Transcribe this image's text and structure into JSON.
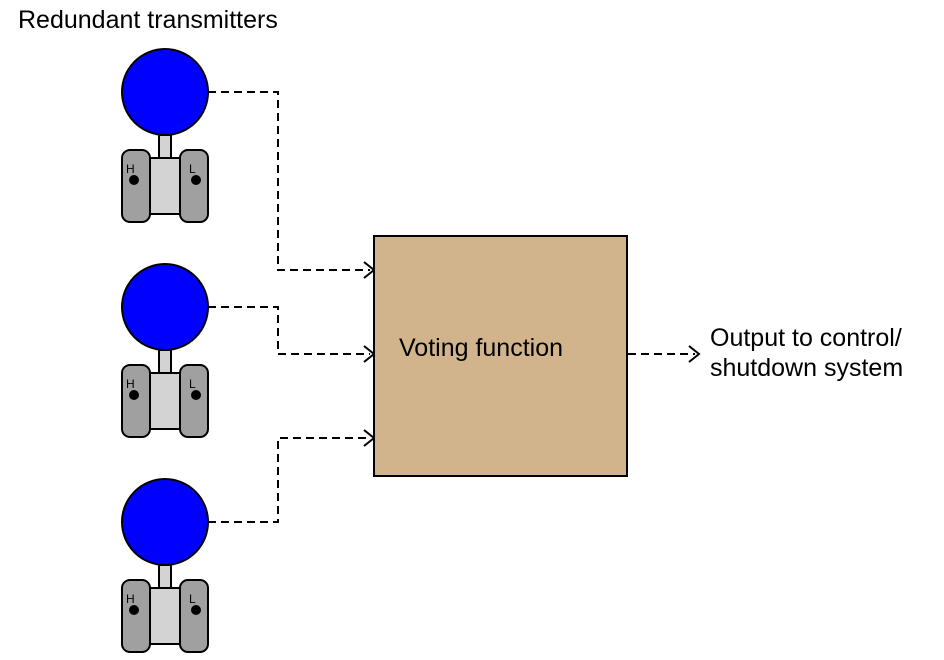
{
  "diagram": {
    "title": "Redundant transmitters",
    "voting_block_label": "Voting function",
    "output_label_line1": "Output to control/",
    "output_label_line2": "shutdown system",
    "port_high": "H",
    "port_low": "L",
    "transmitter_count": 3
  },
  "colors": {
    "transmitter_head": "#0000ff",
    "transmitter_body": "#d3d3d3",
    "flange": "#a0a0a0",
    "voting_block": "#d2b48c",
    "line": "#000000"
  }
}
